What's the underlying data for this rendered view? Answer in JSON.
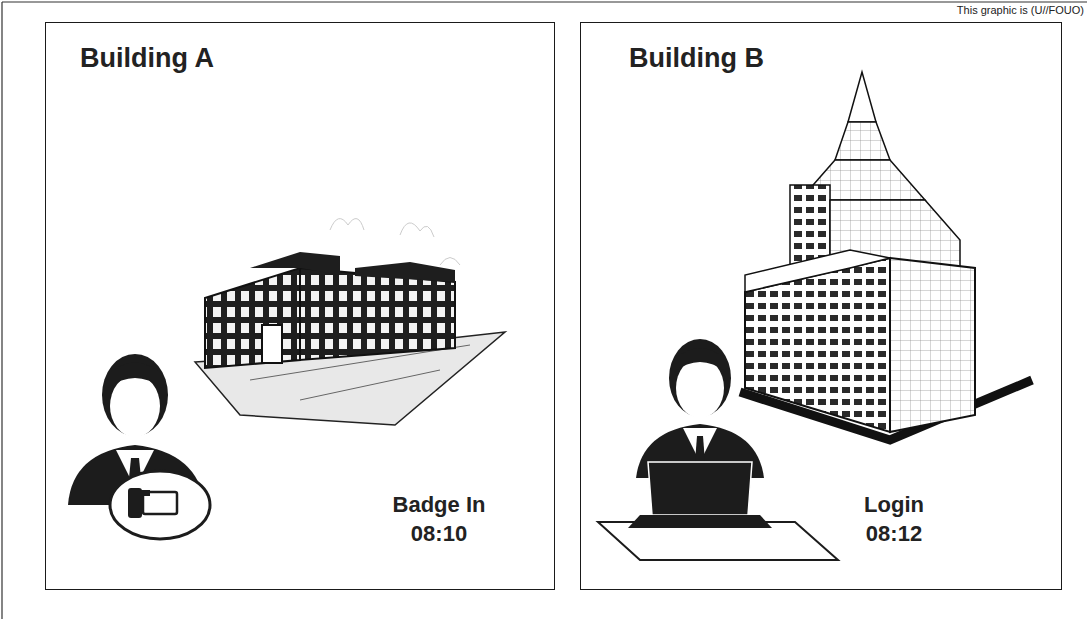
{
  "diagram": {
    "nodes": [
      {
        "text": [
          "Building A",
          "Badge In 08:10"
        ]
      },
      {
        "text": [
          "Building B",
          "Login 08:12"
        ]
      }
    ],
    "labels": [
      "This graphic is (U//FOUO)"
    ]
  }
}
